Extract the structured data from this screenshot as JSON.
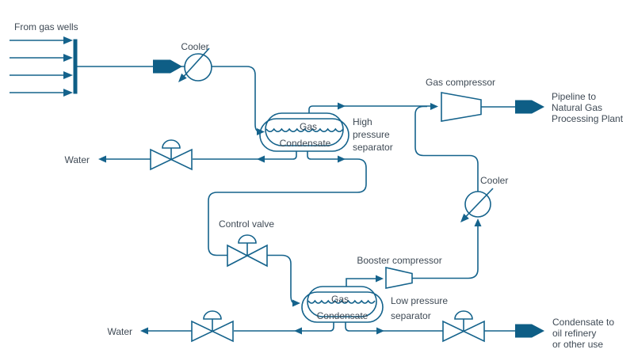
{
  "title": "Natural gas processing flow diagram",
  "colors": {
    "line": "#15638c",
    "dark_fill": "#0e5e86",
    "text": "#3f4a55",
    "background": "#ffffff"
  },
  "labels": {
    "source": "From gas wells",
    "cooler_top": "Cooler",
    "cooler_right": "Cooler",
    "gas_compressor": "Gas compressor",
    "booster_compressor": "Booster compressor",
    "control_valve": "Control valve",
    "water_hp": "Water",
    "water_lp": "Water",
    "hp_separator": [
      "High",
      "pressure",
      "separator"
    ],
    "lp_separator": [
      "Low pressure",
      "separator"
    ],
    "pipeline": [
      "Pipeline to",
      "Natural Gas",
      "Processing Plant"
    ],
    "condensate_out": [
      "Condensate to",
      "oil refinery",
      "or other use"
    ],
    "hp_gas": "Gas",
    "hp_condensate": "Condensate",
    "lp_gas": "Gas",
    "lp_condensate": "Condensate"
  }
}
